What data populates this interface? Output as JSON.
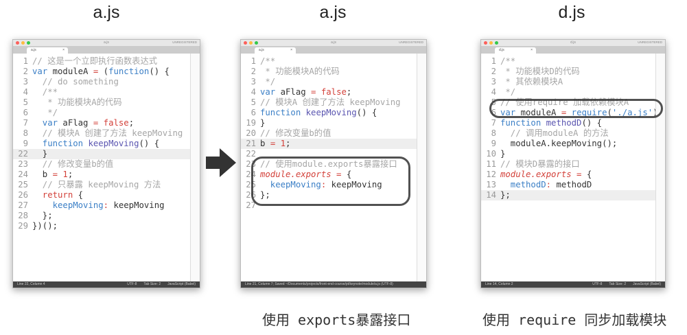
{
  "headings": [
    "a.js",
    "a.js",
    "d.js"
  ],
  "captions": [
    "使用 exports暴露接口",
    "使用 require 同步加载模块"
  ],
  "colors": {
    "comment": "#a6a6a6",
    "keyword": "#3b7fc6",
    "function": "#5a55b0",
    "literal": "#d3413a"
  },
  "arrow_icon": "right-arrow",
  "windows": [
    {
      "title": "a.js",
      "tab": "a.js",
      "unregistered": "UNREGISTERED",
      "current_line": "22",
      "status": [
        "Line 22, Column 4",
        "UTF-8",
        "Tab Size: 2",
        "JavaScript (Babel)"
      ],
      "lines": [
        {
          "n": "1",
          "t": [
            [
              "c",
              "// 这是一个立即执行函数表达式"
            ]
          ]
        },
        {
          "n": "2",
          "t": [
            [
              "k",
              "var"
            ],
            [
              "t",
              " moduleA "
            ],
            [
              "r",
              "="
            ],
            [
              "t",
              " ("
            ],
            [
              "k",
              "function"
            ],
            [
              "t",
              "() {"
            ]
          ]
        },
        {
          "n": "3",
          "t": [
            [
              "c",
              "  // do something"
            ]
          ]
        },
        {
          "n": "4",
          "t": [
            [
              "c",
              "  /**"
            ]
          ]
        },
        {
          "n": "5",
          "t": [
            [
              "c",
              "   * 功能模块A的代码"
            ]
          ]
        },
        {
          "n": "6",
          "t": [
            [
              "c",
              "   */"
            ]
          ]
        },
        {
          "n": "7",
          "t": [
            [
              "k",
              "  var"
            ],
            [
              "t",
              " aFlag "
            ],
            [
              "r",
              "="
            ],
            [
              "r",
              " false"
            ],
            [
              "t",
              ";"
            ]
          ]
        },
        {
          "n": "8",
          "t": [
            [
              "c",
              "  // 模块A 创建了方法 keepMoving"
            ]
          ]
        },
        {
          "n": "9",
          "t": [
            [
              "k",
              "  function"
            ],
            [
              "f",
              " keepMoving"
            ],
            [
              "t",
              "() {"
            ]
          ]
        },
        {
          "n": "22",
          "t": [
            [
              "t",
              "  }"
            ]
          ]
        },
        {
          "n": "23",
          "t": [
            [
              "c",
              "  // 修改变量b的值"
            ]
          ]
        },
        {
          "n": "24",
          "t": [
            [
              "t",
              "  b "
            ],
            [
              "r",
              "="
            ],
            [
              "r",
              " 1"
            ],
            [
              "t",
              ";"
            ]
          ]
        },
        {
          "n": "25",
          "t": [
            [
              "c",
              "  // 只暴露 keepMoving 方法"
            ]
          ]
        },
        {
          "n": "26",
          "t": [
            [
              "r",
              "  return"
            ],
            [
              "t",
              " {"
            ]
          ]
        },
        {
          "n": "27",
          "t": [
            [
              "p",
              "    keepMoving"
            ],
            [
              "r",
              ":"
            ],
            [
              "t",
              " keepMoving"
            ]
          ]
        },
        {
          "n": "28",
          "t": [
            [
              "t",
              "  };"
            ]
          ]
        },
        {
          "n": "29",
          "t": [
            [
              "t",
              "})();"
            ]
          ]
        }
      ]
    },
    {
      "title": "a.js",
      "tab": "a.js",
      "unregistered": "UNREGISTERED",
      "current_line": "21",
      "status": [
        "Line 21, Column 7; Saved ~/Documents/projects/front-end-course/pt/keynote/module/a.js (UTF-8)"
      ],
      "lines": [
        {
          "n": "1",
          "t": [
            [
              "c",
              "/**"
            ]
          ]
        },
        {
          "n": "2",
          "t": [
            [
              "c",
              " * 功能模块A的代码"
            ]
          ]
        },
        {
          "n": "3",
          "t": [
            [
              "c",
              " */"
            ]
          ]
        },
        {
          "n": "4",
          "t": [
            [
              "k",
              "var"
            ],
            [
              "t",
              " aFlag "
            ],
            [
              "r",
              "="
            ],
            [
              "r",
              " false"
            ],
            [
              "t",
              ";"
            ]
          ]
        },
        {
          "n": "5",
          "t": [
            [
              "c",
              "// 模块A 创建了方法 keepMoving"
            ]
          ]
        },
        {
          "n": "6",
          "t": [
            [
              "k",
              "function"
            ],
            [
              "f",
              " keepMoving"
            ],
            [
              "t",
              "() {"
            ]
          ]
        },
        {
          "n": "19",
          "t": [
            [
              "t",
              "}"
            ]
          ]
        },
        {
          "n": "20",
          "t": [
            [
              "c",
              "// 修改变量b的值"
            ]
          ]
        },
        {
          "n": "21",
          "t": [
            [
              "t",
              "b "
            ],
            [
              "r",
              "="
            ],
            [
              "r",
              " 1"
            ],
            [
              "t",
              ";"
            ]
          ]
        },
        {
          "n": "22",
          "t": []
        },
        {
          "n": "23",
          "t": [
            [
              "c",
              "// 使用module.exports暴露接口"
            ]
          ]
        },
        {
          "n": "24",
          "t": [
            [
              "ri",
              "module.exports"
            ],
            [
              "r",
              " ="
            ],
            [
              "t",
              " {"
            ]
          ]
        },
        {
          "n": "25",
          "t": [
            [
              "p",
              "  keepMoving"
            ],
            [
              "r",
              ":"
            ],
            [
              "t",
              " keepMoving"
            ]
          ]
        },
        {
          "n": "26",
          "t": [
            [
              "t",
              "};"
            ]
          ]
        },
        {
          "n": "27",
          "t": []
        }
      ]
    },
    {
      "title": "d.js",
      "tab": "d.js",
      "unregistered": "UNREGISTERED",
      "current_line": "14",
      "status": [
        "Line 14, Column 2",
        "UTF-8",
        "Tab Size: 2",
        "JavaScript (Babel)"
      ],
      "lines": [
        {
          "n": "1",
          "t": [
            [
              "c",
              "/**"
            ]
          ]
        },
        {
          "n": "2",
          "t": [
            [
              "c",
              " * 功能模块D的代码"
            ]
          ]
        },
        {
          "n": "3",
          "t": [
            [
              "c",
              " * 其依赖模块A"
            ]
          ]
        },
        {
          "n": "4",
          "t": [
            [
              "c",
              " */"
            ]
          ]
        },
        {
          "n": "5",
          "t": [
            [
              "c",
              "// 使用require 加载依赖模块A"
            ]
          ]
        },
        {
          "n": "6",
          "t": [
            [
              "k",
              "var"
            ],
            [
              "t",
              " moduleA "
            ],
            [
              "r",
              "="
            ],
            [
              "k",
              " require"
            ],
            [
              "t",
              "("
            ],
            [
              "s",
              "'./a.js'"
            ],
            [
              "t",
              ");"
            ]
          ]
        },
        {
          "n": "7",
          "t": [
            [
              "k",
              "function"
            ],
            [
              "f",
              " methodD"
            ],
            [
              "t",
              "() {"
            ]
          ]
        },
        {
          "n": "8",
          "t": [
            [
              "c",
              "  // 调用moduleA 的方法"
            ]
          ]
        },
        {
          "n": "9",
          "t": [
            [
              "t",
              "  moduleA.keepMoving();"
            ]
          ]
        },
        {
          "n": "10",
          "t": [
            [
              "t",
              "}"
            ]
          ]
        },
        {
          "n": "11",
          "t": [
            [
              "c",
              "// 模块D暴露的接口"
            ]
          ]
        },
        {
          "n": "12",
          "t": [
            [
              "ri",
              "module.exports"
            ],
            [
              "r",
              " ="
            ],
            [
              "t",
              " {"
            ]
          ]
        },
        {
          "n": "13",
          "t": [
            [
              "p",
              "  methodD"
            ],
            [
              "r",
              ":"
            ],
            [
              "t",
              " methodD"
            ]
          ]
        },
        {
          "n": "14",
          "t": [
            [
              "t",
              "};"
            ]
          ]
        }
      ]
    }
  ]
}
